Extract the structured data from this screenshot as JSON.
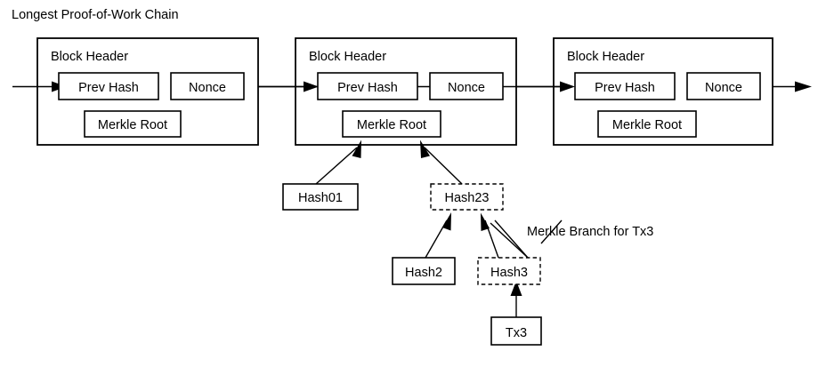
{
  "figure": {
    "title": "Longest Proof-of-Work Chain",
    "annotation": "Merkle Branch for Tx3",
    "stroke_color": "#000000",
    "background_color": "#ffffff"
  },
  "blocks": [
    {
      "header_label": "Block Header",
      "prev_hash_label": "Prev Hash",
      "nonce_label": "Nonce",
      "merkle_root_label": "Merkle Root"
    },
    {
      "header_label": "Block Header",
      "prev_hash_label": "Prev Hash",
      "nonce_label": "Nonce",
      "merkle_root_label": "Merkle Root"
    },
    {
      "header_label": "Block Header",
      "prev_hash_label": "Prev Hash",
      "nonce_label": "Nonce",
      "merkle_root_label": "Merkle Root"
    }
  ],
  "merkle_tree": {
    "hash01_label": "Hash01",
    "hash23_label": "Hash23",
    "hash2_label": "Hash2",
    "hash3_label": "Hash3",
    "tx3_label": "Tx3"
  }
}
